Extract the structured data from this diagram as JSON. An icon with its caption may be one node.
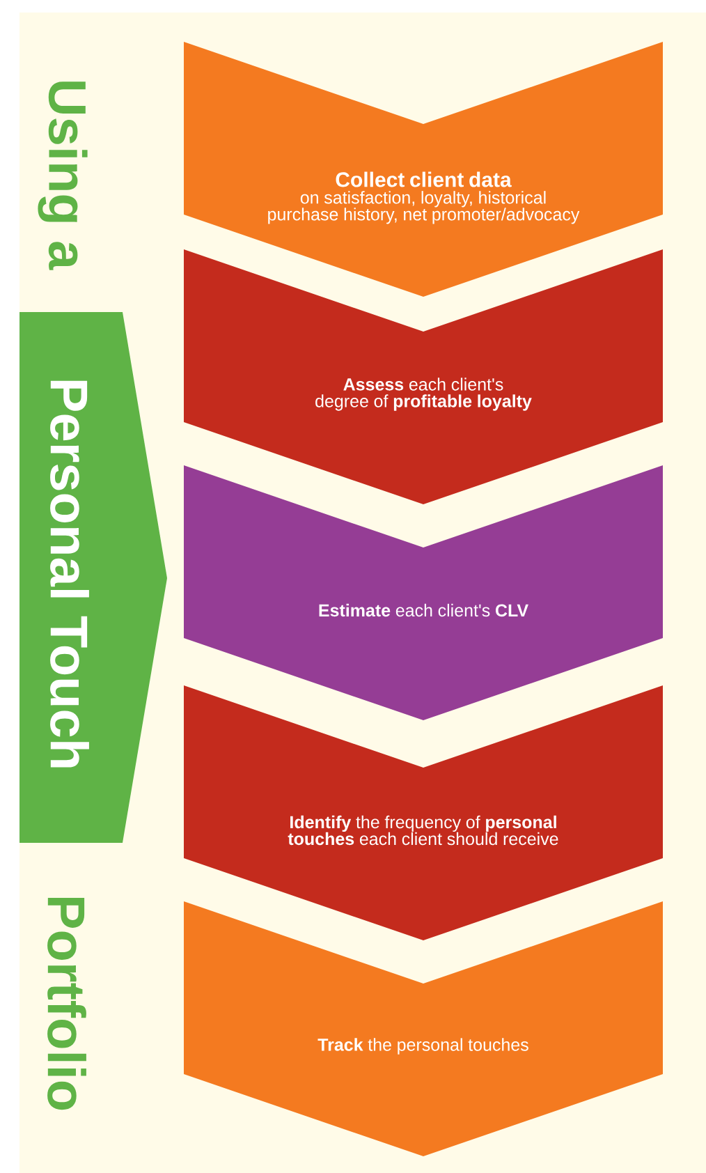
{
  "diagram": {
    "nodes": [
      {
        "text": [
          "Personal Touch"
        ]
      },
      {
        "text": [
          "Collect client data",
          "on satisfaction, loyalty, historical purchase history, net promoter/advocacy"
        ]
      },
      {
        "text": [
          "**Assess** each client's degree of **profitable loyalty**"
        ]
      },
      {
        "text": [
          "**Estimate** each client's **CLV**"
        ]
      },
      {
        "text": [
          "**Identify** the frequency of **personal touches** each client should receive"
        ]
      },
      {
        "text": [
          "**Track** the personal touches"
        ]
      }
    ],
    "labels": [
      "Using a",
      "Portfolio"
    ]
  }
}
